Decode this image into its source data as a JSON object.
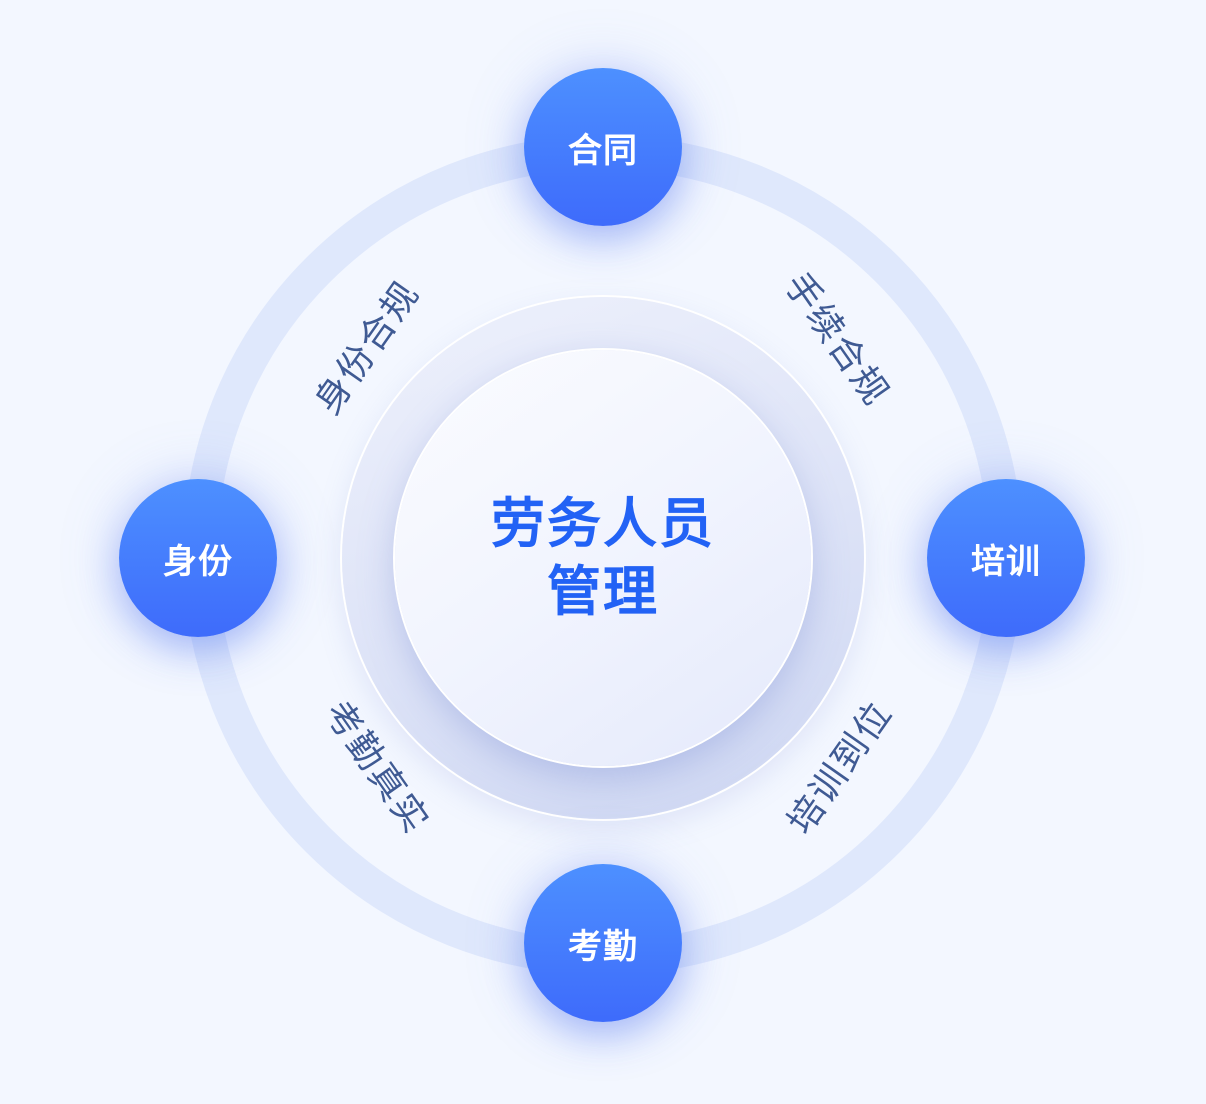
{
  "center": {
    "title_line1": "劳务人员",
    "title_line2": "管理",
    "color": "#2262f5"
  },
  "nodes": [
    {
      "id": "top",
      "label": "合同"
    },
    {
      "id": "right",
      "label": "培训"
    },
    {
      "id": "bottom",
      "label": "考勤"
    },
    {
      "id": "left",
      "label": "身份"
    }
  ],
  "arc_labels": [
    {
      "id": "top-left",
      "label": "身份合规"
    },
    {
      "id": "top-right",
      "label": "手续合规"
    },
    {
      "id": "bottom-right",
      "label": "培训到位"
    },
    {
      "id": "bottom-left",
      "label": "考勤真实"
    }
  ],
  "colors": {
    "background": "#f3f7ff",
    "ring": "#dfe8fc",
    "node_gradient_top": "#4d90ff",
    "node_gradient_bottom": "#3e6bfb",
    "arc_label": "#3f5a93"
  }
}
